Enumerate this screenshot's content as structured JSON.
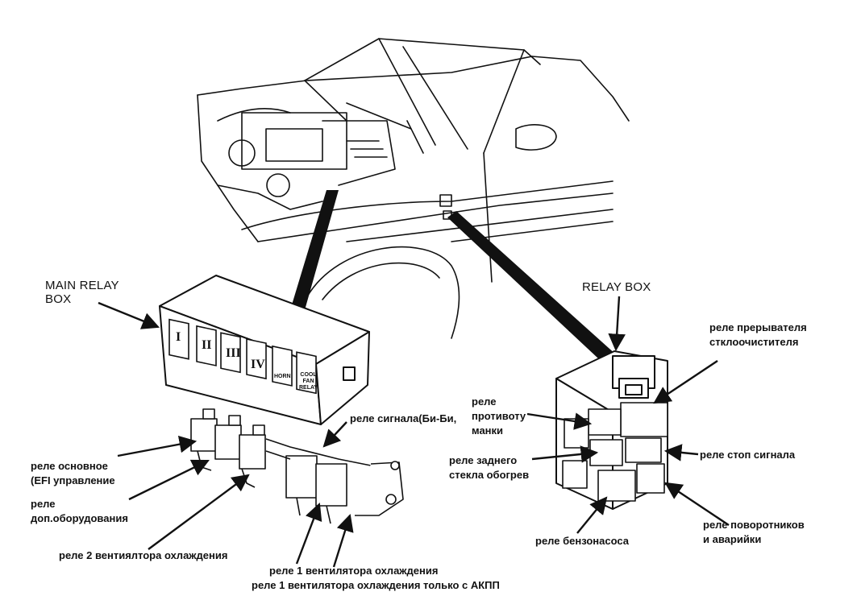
{
  "labels": {
    "main_relay_box": "MAIN RELAY\nBOX",
    "relay_box": "RELAY BOX",
    "wiper_intermittent": "реле прерывателя\nстклоочистителя",
    "antitheft": "реле\nпротивоту\nманки",
    "horn": "реле сигнала(Би-Би,",
    "rear_defog": "реле заднего\nстекла обогрев",
    "stop_signal": "реле стоп сигнала",
    "main_efi": "реле основное\n(EFI управление",
    "aux_equipment": "реле\nдоп.оборудования",
    "fan2": "реле 2 вентиялтора охлаждения",
    "fuel_pump": "реле бензонасоса",
    "turn_hazard": "реле поворотников\nи аварийки",
    "fan1": "реле 1 вентилятора охлаждения",
    "fan1_akpp": "реле 1 вентилятора охлаждения только с АКПП"
  },
  "main_box_slots": {
    "s1": "I",
    "s2": "II",
    "s3": "III",
    "s4": "IV",
    "horn": "HORN",
    "cool_fan": "COOL\nFAN\nRELAY"
  },
  "colors": {
    "ink": "#111111",
    "background": "#ffffff"
  }
}
